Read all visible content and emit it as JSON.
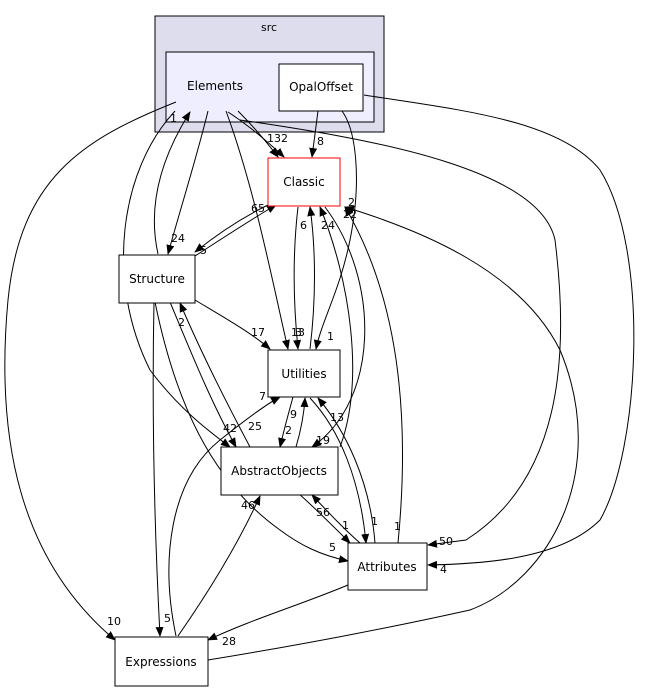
{
  "clusters": {
    "src": "src",
    "elements": "Elements"
  },
  "nodes": {
    "opaloffset": "OpalOffset",
    "classic": "Classic",
    "structure": "Structure",
    "utilities": "Utilities",
    "abstractobjects": "AbstractObjects",
    "attributes": "Attributes",
    "expressions": "Expressions"
  },
  "edge_labels": {
    "elements_classic": "132",
    "opaloffset_classic": "8",
    "elements_structure": "24",
    "structure_classic": "65",
    "classic_structure": "5",
    "structure_elements": "1",
    "elements_utilities": "13",
    "opaloffset_utilities": "1",
    "classic_utilities": "6",
    "utilities_classic": "24",
    "structure_utilities": "17",
    "utilities_structure": "3",
    "abstractobjects_classic": "22",
    "structure_abstractobjects": "42",
    "abstractobjects_structure": "2",
    "elements_abstractobjects": "25",
    "utilities_abstractobjects": "2",
    "abstractobjects_utilities": "9",
    "attributes_utilities": "13",
    "classic_abstractobjects": "19",
    "expressions_utilities": "7",
    "structure_attributes": "5",
    "abstractobjects_attributes": "1",
    "attributes_abstractobjects": "56",
    "utilities_attributes": "1",
    "attributes_classic": "1",
    "elements_attributes": "50",
    "opaloffset_attributes": "4",
    "elements_expressions": "10",
    "structure_expressions": "5",
    "expressions_abstractobjects": "46",
    "attributes_expressions": "28",
    "expressions_classic": "2"
  },
  "colors": {
    "cluster_outer": "#ddddee",
    "cluster_inner": "#eeeeff",
    "highlight_border": "#ff0000"
  }
}
